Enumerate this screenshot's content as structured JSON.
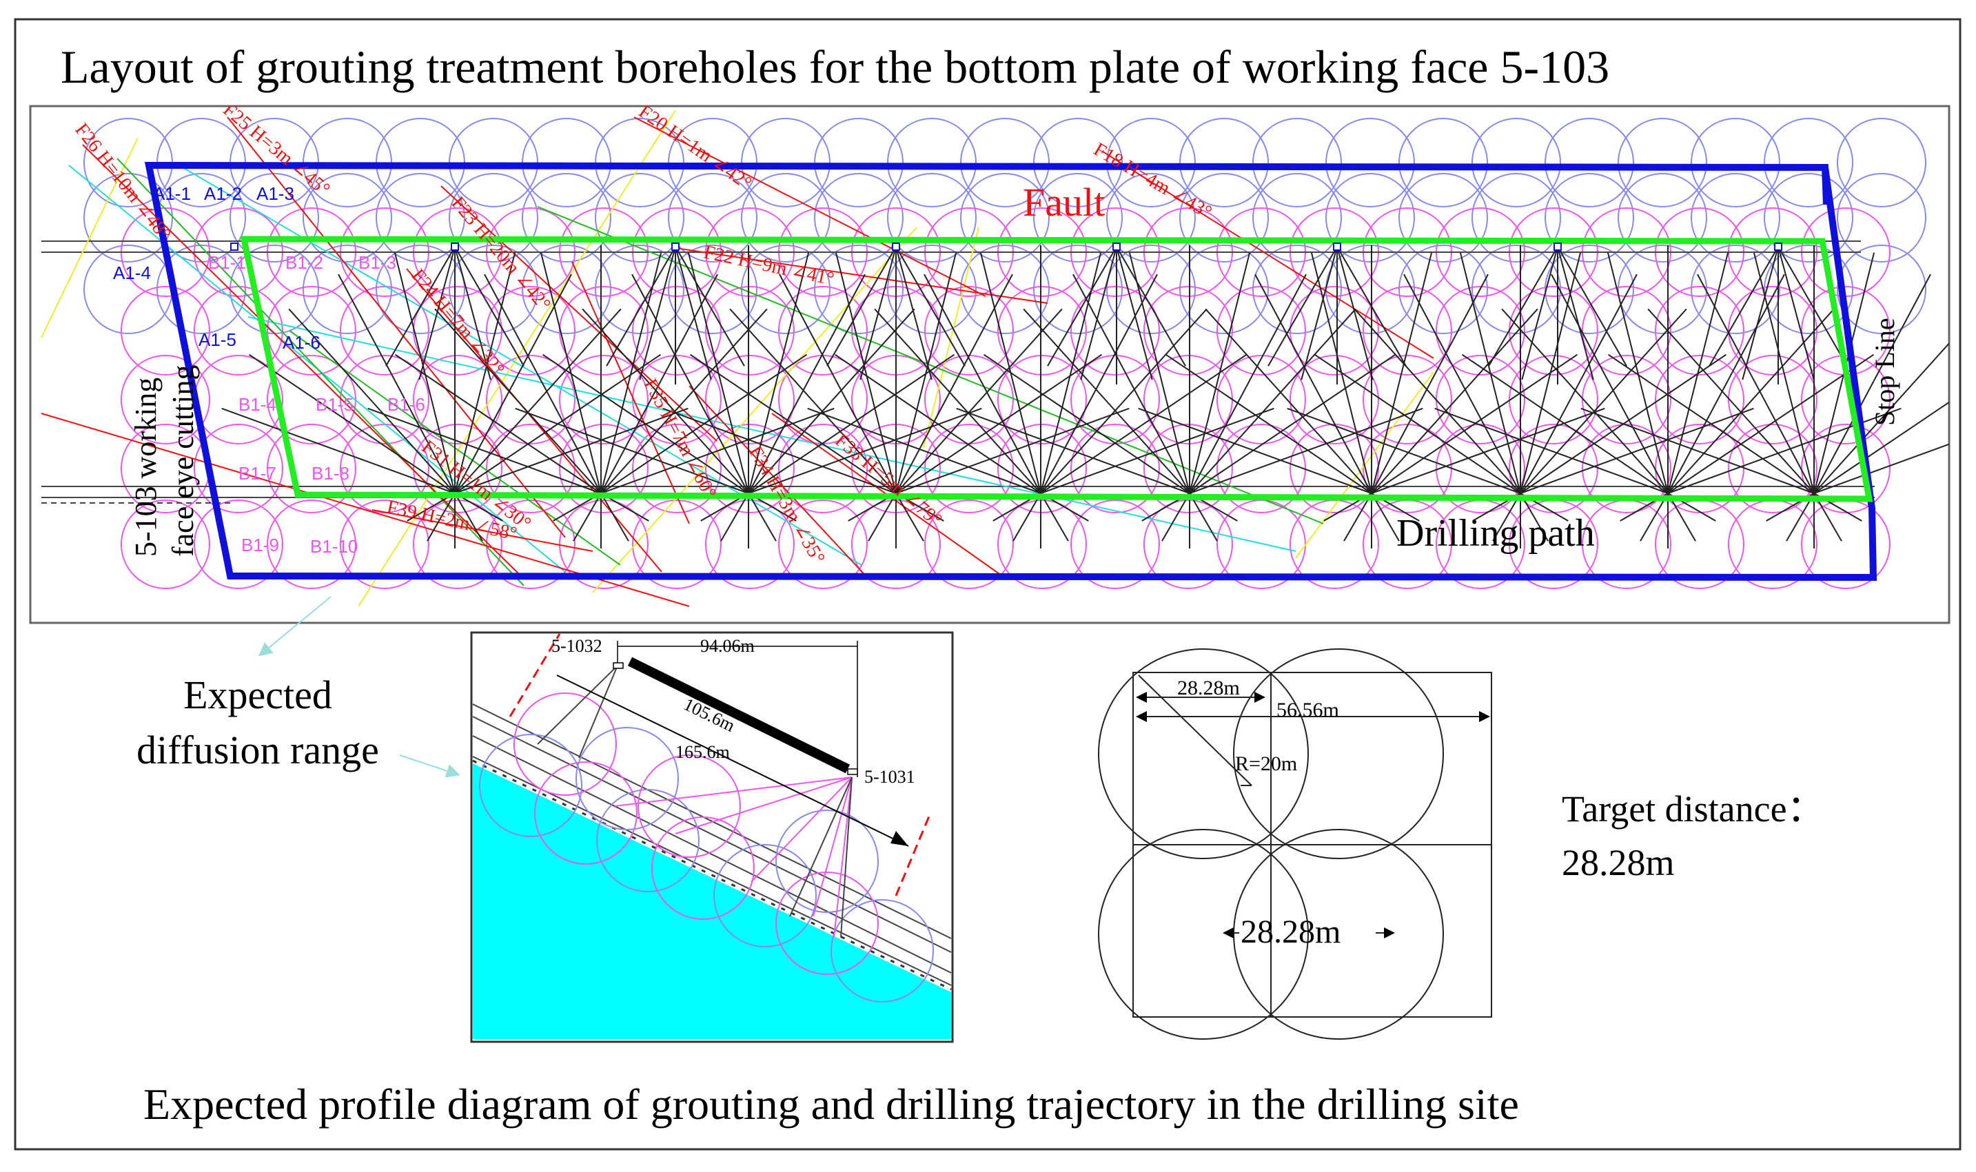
{
  "title": "Layout of grouting treatment boreholes for the bottom plate of working face 5-103",
  "caption": "Expected profile diagram of grouting and drilling trajectory in the drilling site",
  "colors": {
    "boundary": "#1010dd",
    "green_route": "#22ee22",
    "circle_a": "#8888ee",
    "circle_b": "#ee55ee",
    "fault": "#ee1111",
    "aux_yellow": "#eeee22",
    "aux_cyan": "#22dddd",
    "aux_green": "#22bb22",
    "fill_cyan": "#00ffff",
    "arrow_lightblue": "#99dddd"
  },
  "layout": {
    "fault_label": "Fault",
    "drilling_path_label": "Drilling path",
    "stop_line_label": "Stop Line",
    "working_face_label_1": "5-103 working",
    "working_face_label_2": "face eye cutting",
    "a_labels": [
      "A1-1",
      "A1-2",
      "A1-3",
      "A1-4",
      "A1-5",
      "A1-6"
    ],
    "b_labels": [
      "B1-1",
      "B1-2",
      "B1-3",
      "B1-4",
      "B1-5",
      "B1-6",
      "B1-7",
      "B1-8",
      "B1-9",
      "B1-10"
    ],
    "faults": [
      "F26 H=10m ∠48°",
      "F25 H=3m ∠45°",
      "F20 H=1m ∠42°",
      "F18 H=4m ∠43°",
      "F23 H=20m ∠42°",
      "F22 H=9m ∠41°",
      "F24 H=7m ∠32°",
      "F35 H=7m ∠60°",
      "F34 H=3m ∠35°",
      "F33 H=5m ∠79°",
      "F31 H=1m ∠30°",
      "F39 H=2m ∠58°"
    ]
  },
  "diffusion": {
    "label_line1": "Expected",
    "label_line2": "diffusion range"
  },
  "profile": {
    "start_label": "5-1032",
    "end_label": "5-1031",
    "horizontal_length": "94.06m",
    "inclined_length": "105.6m",
    "total_length": "165.6m"
  },
  "spacing": {
    "half_label": "28.28m",
    "full_label": "56.56m",
    "radius_label": "R=20m",
    "center_label": "28.28m",
    "target_line1": "Target distance：",
    "target_line2": "28.28m"
  }
}
